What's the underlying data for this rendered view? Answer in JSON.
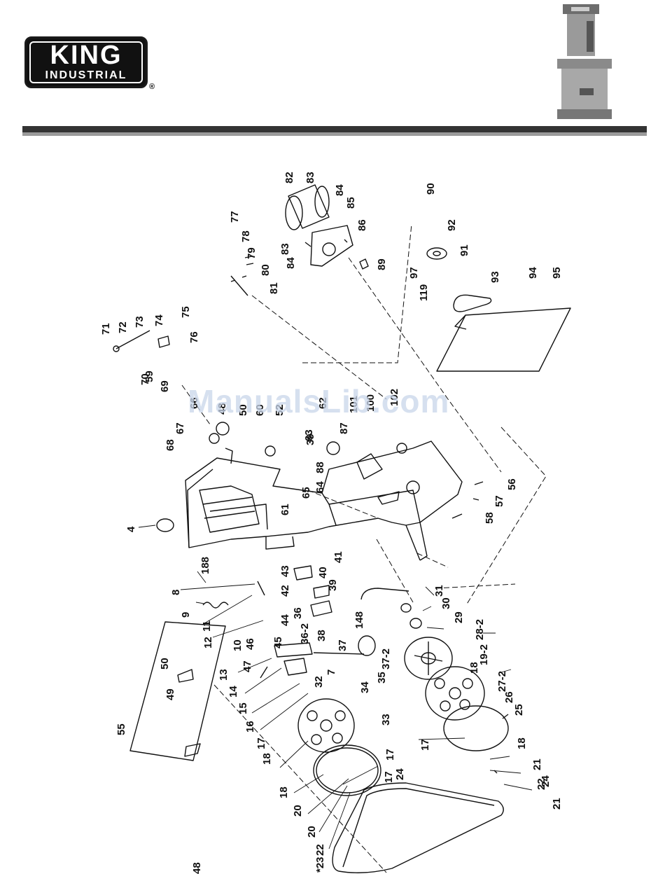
{
  "brand": {
    "logo_word": "KING",
    "logo_sub": "INDUSTRIAL",
    "registered": "®"
  },
  "watermark": "ManualsLib.com",
  "part_labels": [
    "4",
    "7",
    "8",
    "9",
    "10",
    "11",
    "12",
    "13",
    "14",
    "15",
    "16",
    "17",
    "17",
    "17",
    "17",
    "18",
    "18",
    "18",
    "18",
    "19-2",
    "20",
    "20",
    "21",
    "21",
    "22",
    "22",
    "*23",
    "24",
    "24",
    "25",
    "26",
    "27-2",
    "28-2",
    "29",
    "30",
    "31",
    "32",
    "33",
    "34",
    "35",
    "36",
    "36-2",
    "37",
    "37-2",
    "38",
    "39",
    "39",
    "40",
    "41",
    "42",
    "43",
    "44",
    "45",
    "46",
    "47",
    "48",
    "48",
    "49",
    "50",
    "50",
    "52",
    "55",
    "56",
    "57",
    "58",
    "59",
    "60",
    "61",
    "62",
    "63",
    "64",
    "65",
    "66",
    "67",
    "68",
    "69",
    "70",
    "71",
    "72",
    "73",
    "74",
    "75",
    "76",
    "77",
    "78",
    "79",
    "80",
    "81",
    "82",
    "83",
    "83",
    "84",
    "84",
    "85",
    "86",
    "87",
    "88",
    "89",
    "90",
    "91",
    "92",
    "93",
    "94",
    "95",
    "97",
    "100",
    "101",
    "102",
    "119",
    "148",
    "188"
  ],
  "colors": {
    "ink": "#111111",
    "header_bar": "#333333",
    "header_bar_light": "#9a9a9a",
    "watermark": "#c9d6ea"
  }
}
